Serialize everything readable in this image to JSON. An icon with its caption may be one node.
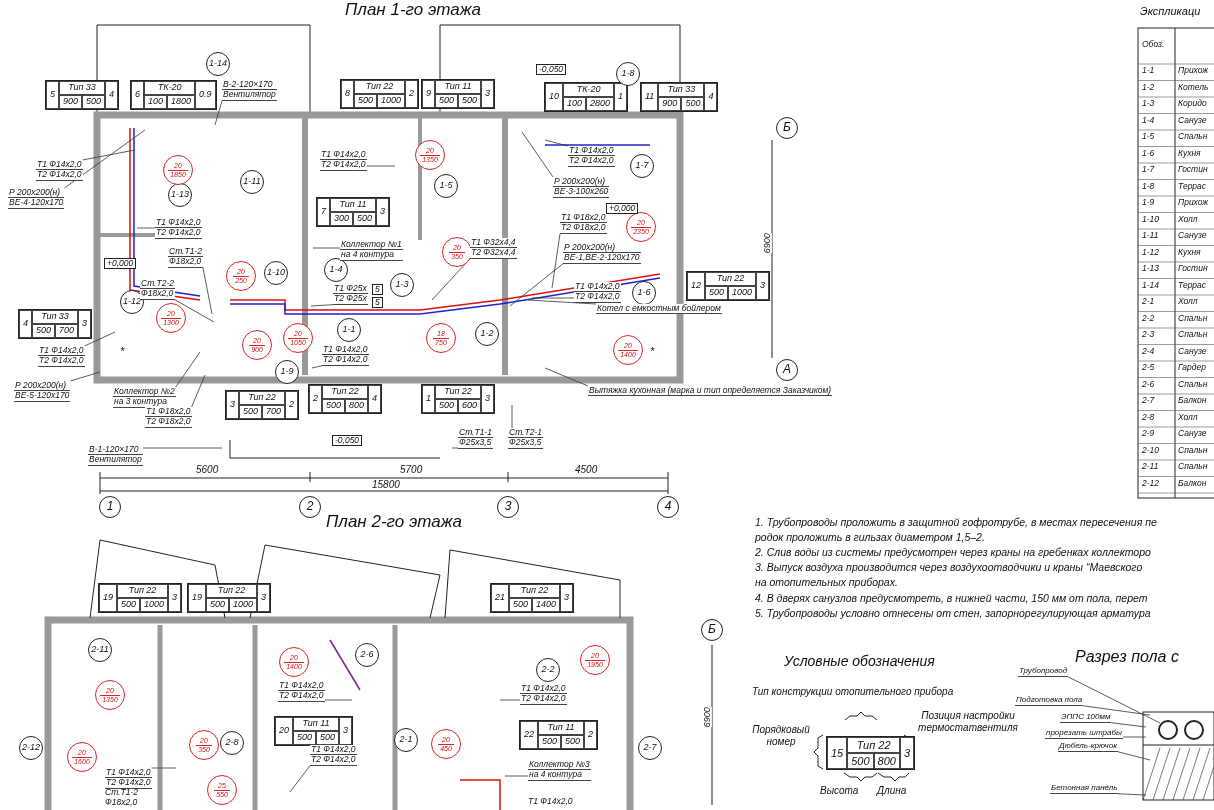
{
  "diagram": {
    "nodes": [
      {
        "text": [
          "5",
          "Тип 33",
          "900",
          "500",
          "4"
        ]
      },
      {
        "text": [
          "6",
          "ТК-20",
          "100",
          "1800",
          "0.9"
        ]
      },
      {
        "text": [
          "8",
          "Тип 22",
          "500",
          "1000",
          "2"
        ]
      },
      {
        "text": [
          "9",
          "Тип 11",
          "500",
          "500",
          "3"
        ]
      },
      {
        "text": [
          "10",
          "ТК-20",
          "100",
          "2800",
          "1"
        ]
      },
      {
        "text": [
          "11",
          "Тип 33",
          "900",
          "500",
          "4"
        ]
      },
      {
        "text": [
          "7",
          "Тип 11",
          "300",
          "500",
          "3"
        ]
      },
      {
        "text": [
          "4",
          "Тип 33",
          "500",
          "700",
          "3"
        ]
      },
      {
        "text": [
          "12",
          "Тип 22",
          "500",
          "1000",
          "3"
        ]
      },
      {
        "text": [
          "3",
          "Тип 22",
          "500",
          "700",
          "2"
        ]
      },
      {
        "text": [
          "2",
          "Тип 22",
          "500",
          "800",
          "4"
        ]
      },
      {
        "text": [
          "1",
          "Тип 22",
          "500",
          "600",
          "3"
        ]
      },
      {
        "text": [
          "1-14"
        ]
      },
      {
        "text": [
          "1-8"
        ]
      },
      {
        "text": [
          "1-13"
        ]
      },
      {
        "text": [
          "1-11"
        ]
      },
      {
        "text": [
          "1-5"
        ]
      },
      {
        "text": [
          "1-7"
        ]
      },
      {
        "text": [
          "1-10"
        ]
      },
      {
        "text": [
          "1-4"
        ]
      },
      {
        "text": [
          "1-12"
        ]
      },
      {
        "text": [
          "1-3"
        ]
      },
      {
        "text": [
          "1-1"
        ]
      },
      {
        "text": [
          "1-2"
        ]
      },
      {
        "text": [
          "1-6"
        ]
      },
      {
        "text": [
          "1-9"
        ]
      },
      {
        "text": [
          "20",
          "1850"
        ]
      },
      {
        "text": [
          "20",
          "1350"
        ]
      },
      {
        "text": [
          "20",
          "2350"
        ]
      },
      {
        "text": [
          "20",
          "350"
        ]
      },
      {
        "text": [
          "20",
          "250"
        ]
      },
      {
        "text": [
          "20",
          "1300"
        ]
      },
      {
        "text": [
          "20",
          "900"
        ]
      },
      {
        "text": [
          "20",
          "1050"
        ]
      },
      {
        "text": [
          "18",
          "750"
        ]
      },
      {
        "text": [
          "20",
          "1400"
        ]
      },
      {
        "text": [
          "Т1 Ф14х2,0",
          "Т2 Ф14х2,0"
        ]
      },
      {
        "text": [
          "Р 200х200(н)",
          "ВЕ-4-120х170"
        ]
      },
      {
        "text": [
          "В-2-120×170",
          "Вентилятор"
        ]
      },
      {
        "text": [
          "Т1 Ф14х2,0",
          "Т2 Ф14х2,0"
        ]
      },
      {
        "text": [
          "Ст.Т1-2",
          "Ф18х2,0"
        ]
      },
      {
        "text": [
          "Ст.Т2-2",
          "Ф18х2,0"
        ]
      },
      {
        "text": [
          "Т1 Ф14х2,0",
          "Т2 Ф14х2,0"
        ]
      },
      {
        "text": [
          "Р 200х200(н)",
          "ВЕ-5-120х170"
        ]
      },
      {
        "text": [
          "Коллектор №2",
          "на 3 контура"
        ]
      },
      {
        "text": [
          "Т1 Ф18х2,0",
          "Т2 Ф18х2,0"
        ]
      },
      {
        "text": [
          "В-1-120×170",
          "Вентилятор"
        ]
      },
      {
        "text": [
          "Т1 Ф14х2,0",
          "Т2 Ф14х2,0"
        ]
      },
      {
        "text": [
          "Коллектор №1",
          "на 4 контура"
        ]
      },
      {
        "text": [
          "Т1 Ф25х",
          "Т2 Ф25х"
        ]
      },
      {
        "text": [
          "Т1 Ф14х2,0",
          "Т2 Ф14х2,0"
        ]
      },
      {
        "text": [
          "Т1 Ф14х2,0",
          "Т2 Ф14х2,0"
        ]
      },
      {
        "text": [
          "Р 200х200(н)",
          "ВЕ-3-100х260"
        ]
      },
      {
        "text": [
          "Т1 Ф18х2,0",
          "Т2 Ф18х2,0"
        ]
      },
      {
        "text": [
          "Т1 Ф32х4,4",
          "Т2 Ф32х4,4"
        ]
      },
      {
        "text": [
          "Р 200х200(н)",
          "ВЕ-1,ВЕ-2-120х170"
        ]
      },
      {
        "text": [
          "Т1 Ф14х2,0",
          "Т2 Ф14х2,0"
        ]
      },
      {
        "text": [
          "Вытяжка кухонная (марка и тип определяется Заказчиком)"
        ]
      },
      {
        "text": [
          "Ст.Т1-1",
          "Ф25х3,5"
        ]
      },
      {
        "text": [
          "Ст.Т2-1",
          "Ф25х3,5"
        ]
      },
      {
        "text": [
          "Котел с емкостным бойлером"
        ]
      },
      {
        "text": [
          "19",
          "Тип 22",
          "500",
          "1000",
          "3"
        ]
      },
      {
        "text": [
          "19",
          "Тип 22",
          "500",
          "1000",
          "3"
        ]
      },
      {
        "text": [
          "21",
          "Тип 22",
          "500",
          "1400",
          "3"
        ]
      },
      {
        "text": [
          "20",
          "Тип 11",
          "500",
          "500",
          "3"
        ]
      },
      {
        "text": [
          "22",
          "Тип 11",
          "500",
          "500",
          "2"
        ]
      },
      {
        "text": [
          "2-11"
        ]
      },
      {
        "text": [
          "2-6"
        ]
      },
      {
        "text": [
          "2-2"
        ]
      },
      {
        "text": [
          "2-12"
        ]
      },
      {
        "text": [
          "2-8"
        ]
      },
      {
        "text": [
          "2-1"
        ]
      },
      {
        "text": [
          "2-7"
        ]
      },
      {
        "text": [
          "20",
          "1350"
        ]
      },
      {
        "text": [
          "20",
          "1400"
        ]
      },
      {
        "text": [
          "20",
          "1950"
        ]
      },
      {
        "text": [
          "20",
          "350"
        ]
      },
      {
        "text": [
          "20",
          "1600"
        ]
      },
      {
        "text": [
          "20",
          "450"
        ]
      },
      {
        "text": [
          "25",
          "550"
        ]
      },
      {
        "text": [
          "Т1 Ф14х2,0",
          "Т2 Ф14х2,0"
        ]
      },
      {
        "text": [
          "Т1 Ф14х2,0",
          "Т2 Ф14х2,0"
        ]
      },
      {
        "text": [
          "Т1 Ф14х2,0",
          "Т2 Ф14х2,0"
        ]
      },
      {
        "text": [
          "Т1 Ф14х2,0",
          "Т2 Ф14х2,0"
        ]
      },
      {
        "text": [
          "Коллектор №3",
          "на 4 контура"
        ]
      },
      {
        "text": [
          "15",
          "Тип 22",
          "500",
          "800",
          "3"
        ]
      },
      {
        "text": [
          "Трубопровод"
        ]
      },
      {
        "text": [
          "Подготовка пола"
        ]
      },
      {
        "text": [
          "ЭППС 100мм"
        ]
      },
      {
        "text": [
          "прорезать штрабы"
        ]
      },
      {
        "text": [
          "Дюбель-крючок"
        ]
      },
      {
        "text": [
          "Бетонная панель"
        ]
      },
      {
        "text": [
          "Б"
        ]
      },
      {
        "text": [
          "А"
        ]
      },
      {
        "text": [
          "1"
        ]
      },
      {
        "text": [
          "2"
        ]
      },
      {
        "text": [
          "3"
        ]
      },
      {
        "text": [
          "4"
        ]
      },
      {
        "text": [
          "Б"
        ]
      },
      {
        "text": [
          "-0,050"
        ]
      },
      {
        "text": [
          "+0,000"
        ]
      },
      {
        "text": [
          "+0,000"
        ]
      },
      {
        "text": [
          "-0,050"
        ]
      },
      {
        "text": [
          "5"
        ]
      },
      {
        "text": [
          "5"
        ]
      }
    ],
    "edges": [
      {
        "from": 36,
        "to": null,
        "arrow": "none"
      },
      {
        "from": 37,
        "to": null,
        "arrow": "none"
      },
      {
        "from": 38,
        "to": null,
        "arrow": "none"
      },
      {
        "from": 39,
        "to": null,
        "arrow": "none"
      },
      {
        "from": 40,
        "to": null,
        "arrow": "none"
      },
      {
        "from": 41,
        "to": null,
        "arrow": "none"
      },
      {
        "from": 42,
        "to": null,
        "arrow": "none"
      },
      {
        "from": 43,
        "to": null,
        "arrow": "none"
      },
      {
        "from": 44,
        "to": null,
        "arrow": "none"
      },
      {
        "from": 45,
        "to": null,
        "arrow": "none"
      },
      {
        "from": 46,
        "to": null,
        "arrow": "none"
      },
      {
        "from": 47,
        "to": null,
        "arrow": "none"
      },
      {
        "from": 48,
        "to": null,
        "arrow": "none"
      },
      {
        "from": 49,
        "to": null,
        "arrow": "none"
      },
      {
        "from": 50,
        "to": null,
        "arrow": "none"
      },
      {
        "from": 51,
        "to": null,
        "arrow": "none"
      },
      {
        "from": 52,
        "to": null,
        "arrow": "none"
      },
      {
        "from": 53,
        "to": null,
        "arrow": "none"
      },
      {
        "from": 54,
        "to": null,
        "arrow": "none"
      },
      {
        "from": 55,
        "to": null,
        "arrow": "none"
      },
      {
        "from": 56,
        "to": null,
        "arrow": "none"
      },
      {
        "from": 57,
        "to": null,
        "arrow": "none"
      },
      {
        "from": 58,
        "to": null,
        "arrow": "none"
      },
      {
        "from": 59,
        "to": null,
        "arrow": "none"
      },
      {
        "from": 60,
        "to": null,
        "arrow": "none"
      },
      {
        "from": 80,
        "to": null,
        "arrow": "none"
      },
      {
        "from": 81,
        "to": null,
        "arrow": "none"
      },
      {
        "from": 82,
        "to": null,
        "arrow": "none"
      },
      {
        "from": 83,
        "to": null,
        "arrow": "none"
      },
      {
        "from": 84,
        "to": null,
        "arrow": "none"
      },
      {
        "from": 86,
        "to": null,
        "arrow": "none"
      },
      {
        "from": 87,
        "to": null,
        "arrow": "none"
      },
      {
        "from": 88,
        "to": null,
        "arrow": "none"
      },
      {
        "from": 89,
        "to": null,
        "arrow": "none"
      },
      {
        "from": 90,
        "to": null,
        "arrow": "none"
      },
      {
        "from": 91,
        "to": null,
        "arrow": "none"
      }
    ],
    "labels": [
      "План 1-го этажа",
      "Экспликаци",
      "Обоз.",
      "1-1",
      "Прихож",
      "1-2",
      "Котель",
      "1-3",
      "Коридо",
      "1-4",
      "Санузе",
      "1-5",
      "Спальн",
      "1-6",
      "Кухня",
      "1-7",
      "Гостин",
      "1-8",
      "Террас",
      "1-9",
      "Прихож",
      "1-10",
      "Холл",
      "1-11",
      "Санузе",
      "1-12",
      "Кухня",
      "1-13",
      "Гостин",
      "1-14",
      "Террас",
      "2-1",
      "Холл",
      "2-2",
      "Спальн",
      "2-3",
      "Спальн",
      "2-4",
      "Санузе",
      "2-5",
      "Гардер",
      "2-6",
      "Спальн",
      "2-7",
      "Балкон",
      "2-8",
      "Холл",
      "2-9",
      "Санузе",
      "2-10",
      "Спальн",
      "2-11",
      "Спальн",
      "2-12",
      "Балкон",
      "5600",
      "5700",
      "4500",
      "15800",
      "6900",
      "*",
      "*",
      "План 2-го этажа",
      "Ст.Т1-2",
      "Ф18х2,0",
      "Т1 Ф14х2,0",
      "6900",
      "1. Трубопроводы проложить в защитной гофротрубе, в местах пересечения пе",
      "родок проложить в гильзах диаметром 1,5–2.",
      "2. Слив воды из системы предусмотрен через краны на гребенках коллекторо",
      "3. Выпуск воздуха производится через воздухоотводчики и краны “Маевского",
      "на отопительных приборах.",
      "4. В дверях санузлов предусмотреть, в нижней части, 150 мм от пола, перет",
      "5. Трубопроводы условно отнесены от стен, запорнорегулирующая арматура",
      "Условные обозначения",
      "Тип конструкции отопительного прибора",
      "Порядковый номер",
      "Позиция настройки термостатвентиля",
      "Высота",
      "Длина",
      "Разрез пола с"
    ]
  }
}
